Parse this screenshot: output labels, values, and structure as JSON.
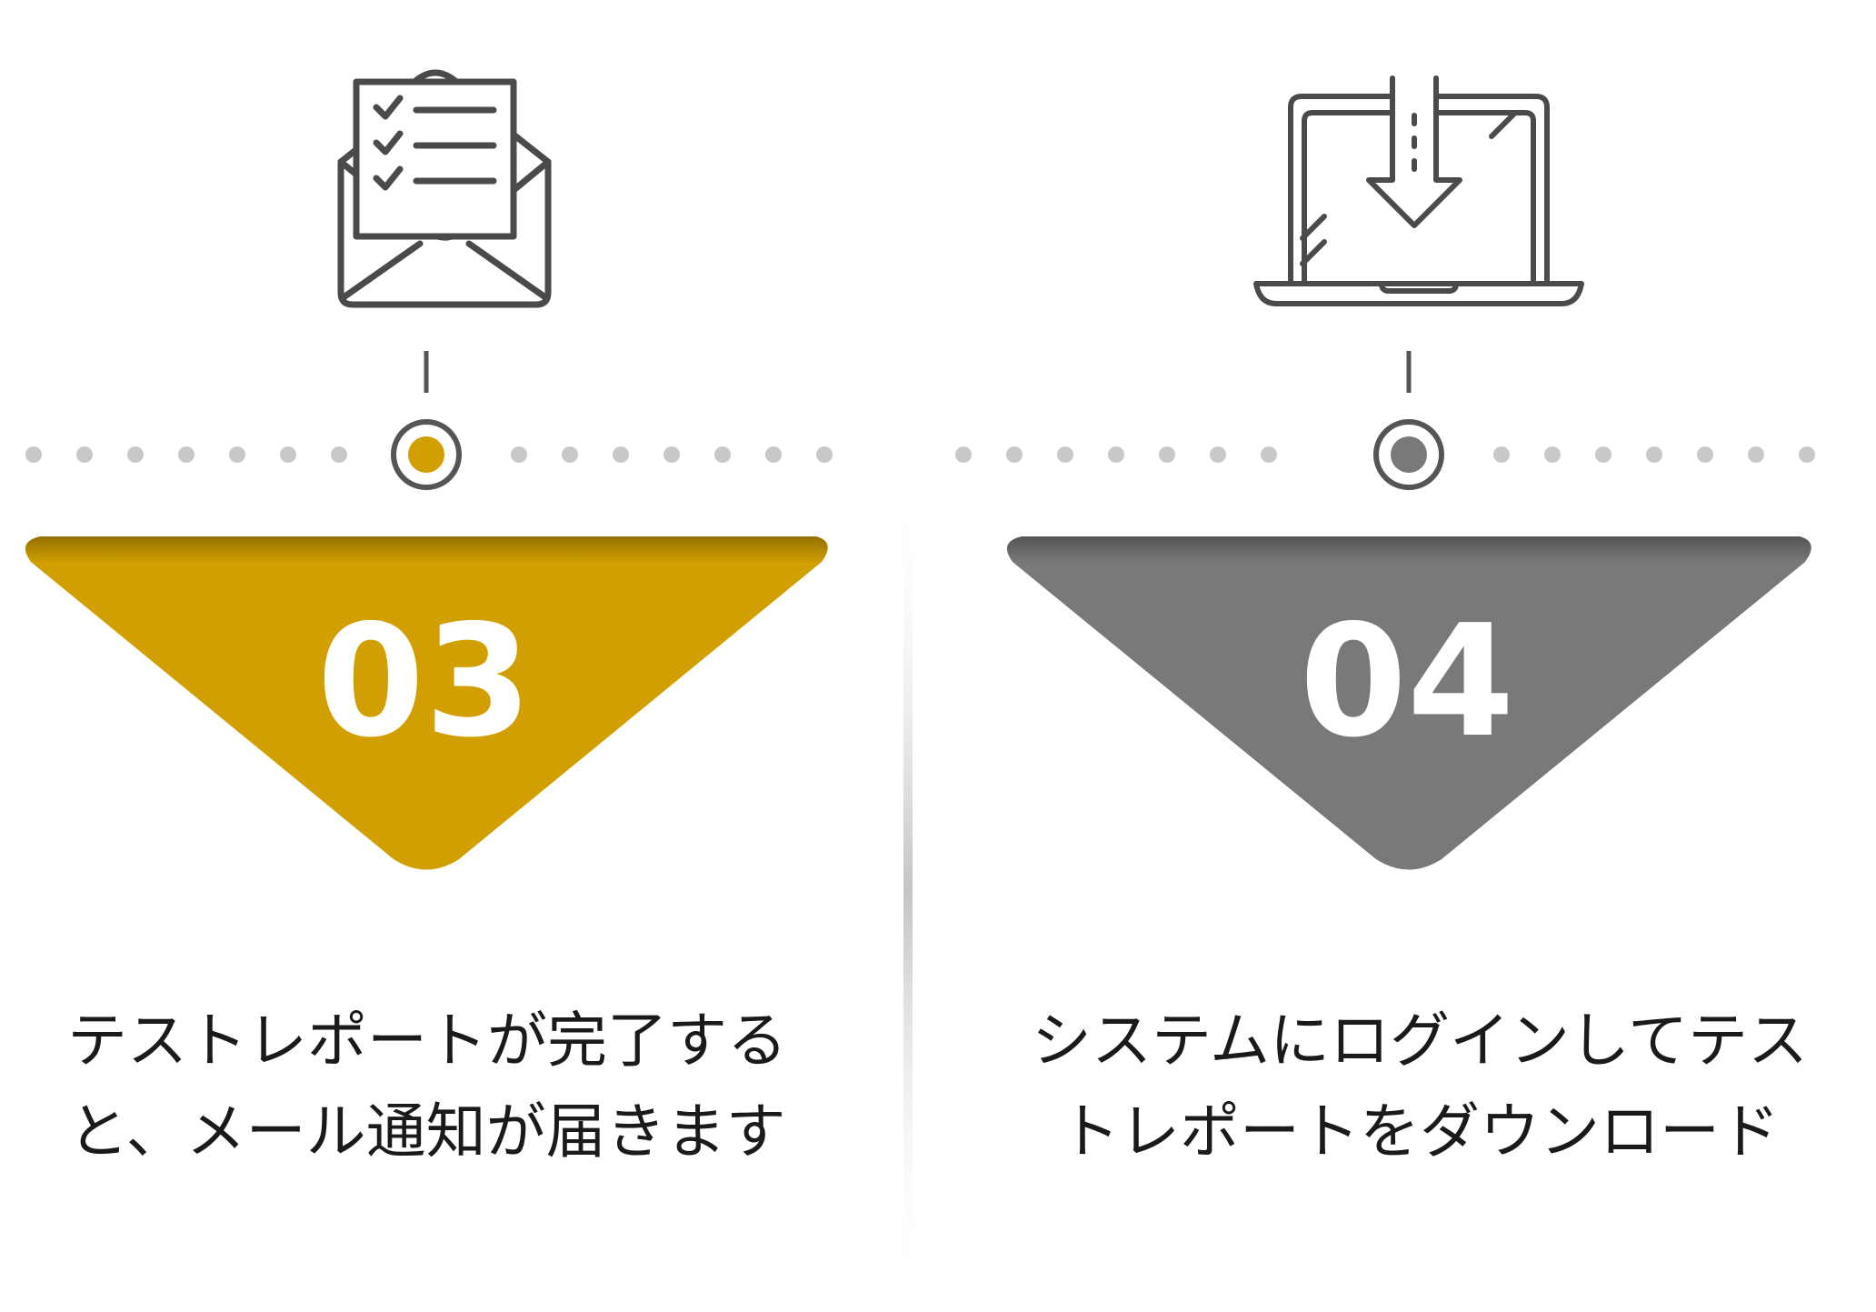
{
  "colors": {
    "accent_gold": "#d19f00",
    "accent_gray": "#78797b",
    "icon_stroke": "#4a4a4a",
    "dots": "#c8c8c8",
    "text": "#1a1a1a"
  },
  "steps": [
    {
      "number": "03",
      "icon": "mail-checklist-icon",
      "color": "#d19f00",
      "lines": [
        "テストレポートが完了する",
        "と、メール通知が届きます"
      ]
    },
    {
      "number": "04",
      "icon": "laptop-download-icon",
      "color": "#78797b",
      "lines": [
        "システムにログインしてテス",
        "トレポートをダウンロード"
      ]
    }
  ]
}
